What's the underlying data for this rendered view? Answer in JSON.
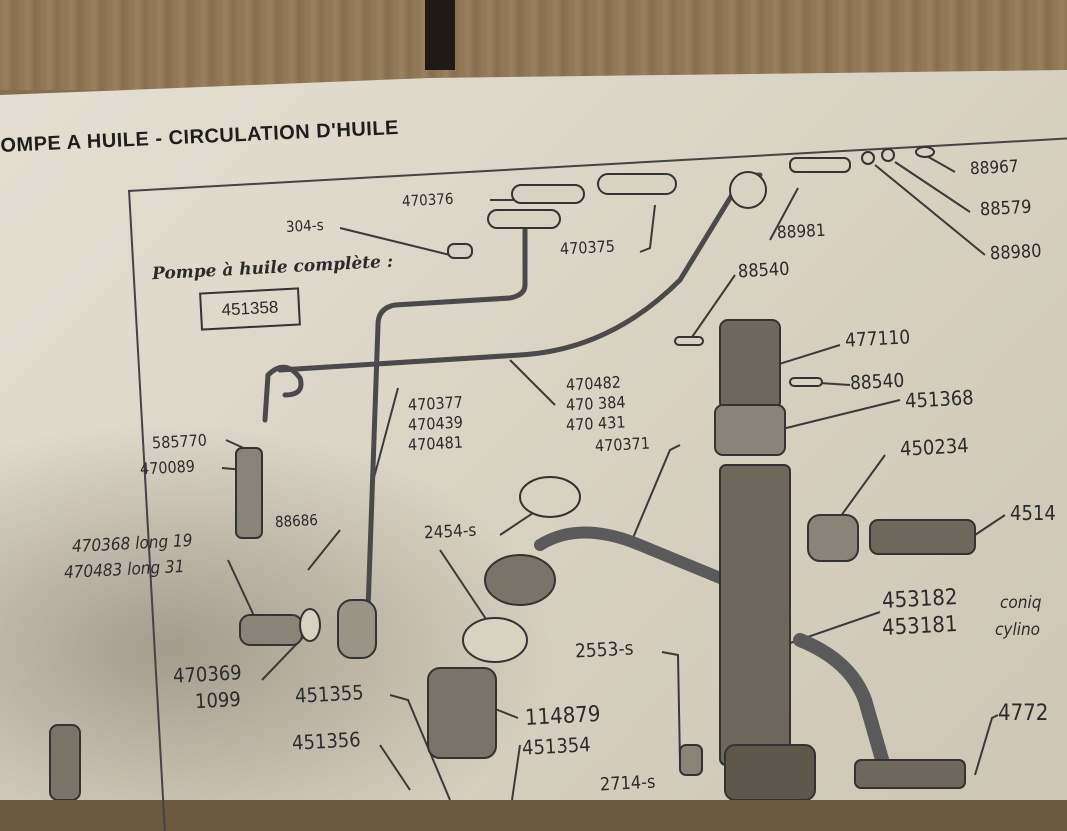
{
  "header": {
    "title": "OMPE A HUILE - CIRCULATION D'HUILE",
    "subtitle": "Pompe à huile complète :",
    "complete_ref": "451358"
  },
  "parts": {
    "p470376": "470376",
    "p304s": "304-s",
    "p470375": "470375",
    "p88981": "88981",
    "p88967": "88967",
    "p88579": "88579",
    "p88980": "88980",
    "p88540a": "88540",
    "p477110": "477110",
    "p88540b": "88540",
    "p451368": "451368",
    "p470482": "470482",
    "p470384": "470 384",
    "p470431": "470 431",
    "p470377": "470377",
    "p470439": "470439",
    "p470481": "470481",
    "p470371": "470371",
    "p585770": "585770",
    "p470089": "470089",
    "p450234": "450234",
    "p4514": "4514",
    "p88686": "88686",
    "p470368": "470368 long 19",
    "p470483": "470483 long 31",
    "p2454s": "2454-s",
    "p453182": "453182",
    "p453182_note": "coniq",
    "p453181": "453181",
    "p453181_note": "cylino",
    "p2553s": "2553-s",
    "p470369": "470369",
    "p1099": "1099",
    "p451355": "451355",
    "p114879": "114879",
    "p451356": "451356",
    "p451354": "451354",
    "p4772": "4772",
    "p2714s": "2714-s"
  }
}
